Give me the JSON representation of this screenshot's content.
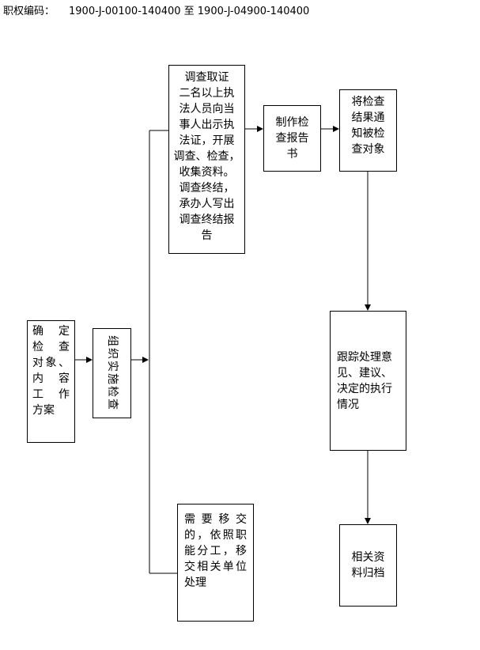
{
  "header": {
    "label": "职权编码：",
    "code": "1900-J-00100-140400 至 1900-J-04900-140400"
  },
  "nodes": {
    "plan": {
      "lines": [
        "确　定",
        "检　查",
        "对象、",
        "内　容",
        "工　作",
        "方案"
      ]
    },
    "organize": {
      "text": "组织实施检查"
    },
    "investigate": {
      "lines": [
        "调查取证",
        "二名以上执",
        "法人员向当",
        "事人出示执",
        "法证，开展",
        "调查、检查，",
        "收集资料。",
        "调查终结，",
        "承办人写出",
        "调查终结报",
        "告"
      ]
    },
    "report": {
      "lines": [
        "制作检",
        "查报告",
        "书"
      ]
    },
    "notify": {
      "lines": [
        "将检查",
        "结果通",
        "知被检",
        "查对象"
      ]
    },
    "track": {
      "lines": [
        "跟踪处理意",
        "见、建议、",
        "决定的执行",
        "情况"
      ]
    },
    "transfer": {
      "lines": [
        "需 要 移 交",
        "的，依照职",
        "能分工，移",
        "交相关单位",
        "处理"
      ]
    },
    "archive": {
      "lines": [
        "相关资",
        "料归档"
      ]
    }
  }
}
